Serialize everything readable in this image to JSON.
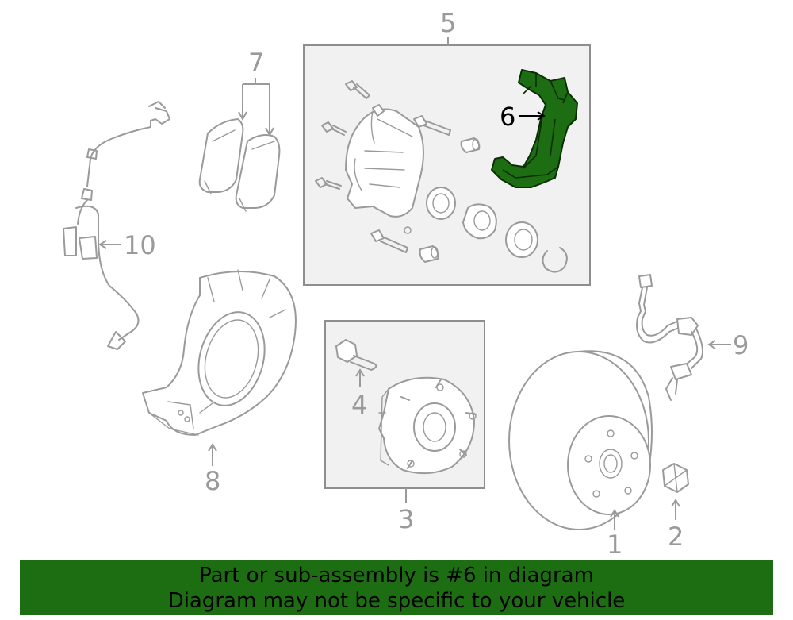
{
  "callouts": {
    "c1": "1",
    "c2": "2",
    "c3": "3",
    "c4": "4",
    "c5": "5",
    "c6": "6",
    "c7": "7",
    "c8": "8",
    "c9": "9",
    "c10": "10"
  },
  "highlighted_part": "6",
  "colors": {
    "highlight": "#1d6e12",
    "line_art": "#9a9a9a",
    "group_box": "#f1f1f1"
  },
  "banner": {
    "line1": "Part or sub-assembly is #6 in diagram",
    "line2": "Diagram may not be specific to your vehicle"
  }
}
